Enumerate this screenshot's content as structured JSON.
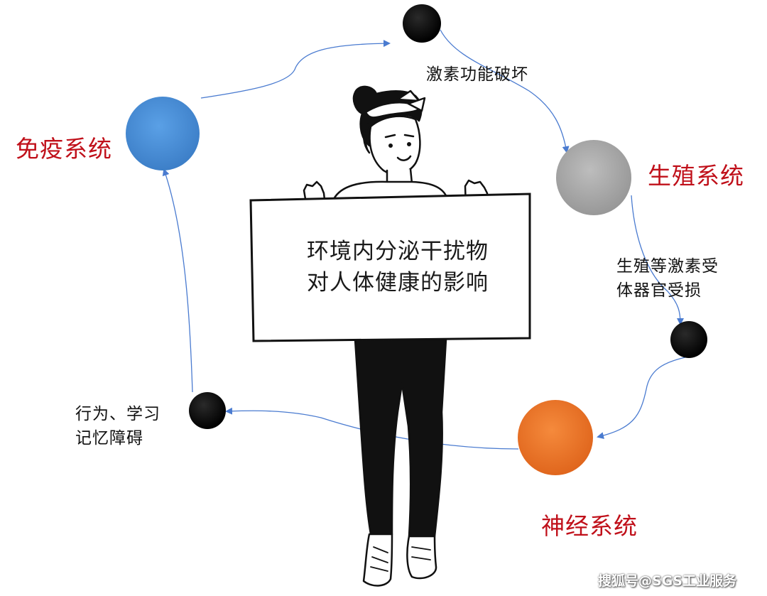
{
  "systems": {
    "immune": {
      "label": "免疫系统",
      "color": "#4b8fd6"
    },
    "reproductive": {
      "label": "生殖系统",
      "color": "#a6a6a6"
    },
    "nervous": {
      "label": "神经系统",
      "color": "#ee7b2c"
    }
  },
  "effects": {
    "hormone_function": {
      "label": "激素功能破坏"
    },
    "receptor_damage": {
      "line1": "生殖等激素受",
      "line2": "体器官受损"
    },
    "behavior_memory": {
      "line1": "行为、学习",
      "line2": "记忆障碍"
    }
  },
  "sign": {
    "line1": "环境内分泌干扰物",
    "line2": "对人体健康的影响"
  },
  "watermark": "搜狐号@SGS工业服务",
  "colors": {
    "arrow": "#4a7bd0",
    "label_red": "#c0101a",
    "node_black": "#000000"
  }
}
